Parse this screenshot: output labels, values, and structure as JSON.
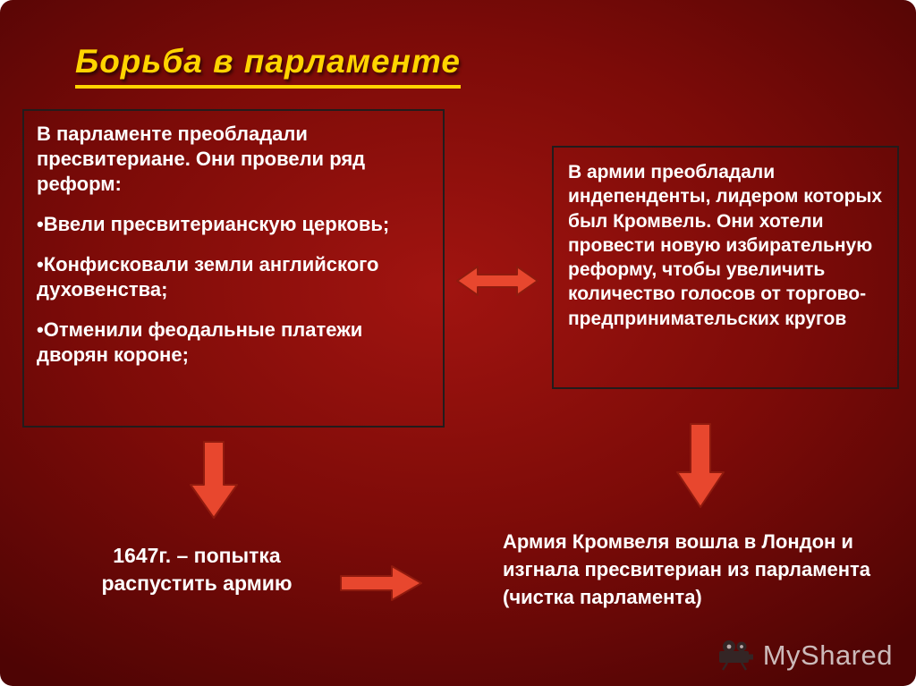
{
  "slide": {
    "title": "Борьба в парламенте",
    "left_box": {
      "paragraphs": [
        "В парламенте преобладали пресвитериане. Они провели ряд реформ:",
        "•Ввели пресвитерианскую церковь;",
        "•Конфисковали земли английского духовенства;",
        "•Отменили феодальные платежи дворян короне;"
      ]
    },
    "right_box": {
      "text": "В армии преобладали индепенденты, лидером которых был Кромвель. Они хотели провести новую избирательную реформу, чтобы увеличить количество голосов от торгово-предпринимательских кругов"
    },
    "bottom_left_text": "1647г. – попытка распустить армию",
    "bottom_right_text": "Армия Кромвеля вошла в Лондон и изгнала пресвитериан из парламента (чистка парламента)",
    "watermark": "MyShared",
    "colors": {
      "bg_center": "#a11410",
      "bg_edge": "#4e0404",
      "title_color": "#ffd400",
      "text_color": "#ffffff",
      "arrow_fill": "#e8472e",
      "arrow_stroke": "#8f1a0e"
    }
  }
}
